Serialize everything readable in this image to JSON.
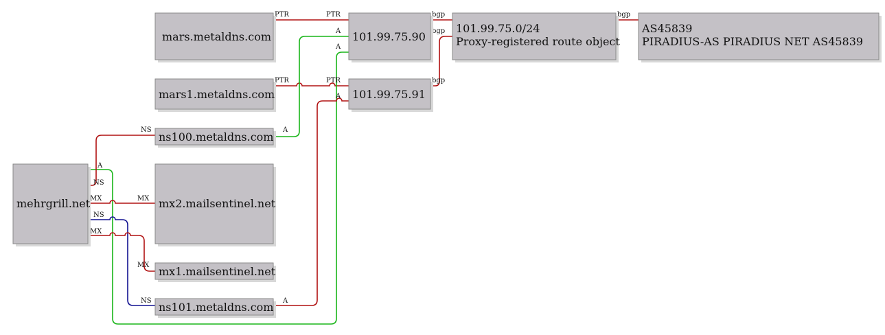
{
  "nodes": {
    "mars": "mars.metaldns.com",
    "mars1": "mars1.metaldns.com",
    "ns100": "ns100.metaldns.com",
    "mehrgrill": "mehrgrill.net",
    "mx2": "mx2.mailsentinel.net",
    "mx1": "mx1.mailsentinel.net",
    "ns101": "ns101.metaldns.com",
    "ip90": "101.99.75.90",
    "ip91": "101.99.75.91",
    "prefix_line1": "101.99.75.0/24",
    "prefix_line2": "Proxy-registered route object",
    "as_line1": "AS45839",
    "as_line2": "PIRADIUS-AS PIRADIUS NET AS45839"
  },
  "edge_labels": {
    "ptr": "PTR",
    "a": "A",
    "ns": "NS",
    "mx": "MX",
    "bgp": "bgp"
  },
  "colors": {
    "ptr_mx_ns_edges": "#b01010",
    "a_edges": "#19b519",
    "ns_edge_blue": "#101090",
    "node_fill": "#c4c1c6"
  }
}
